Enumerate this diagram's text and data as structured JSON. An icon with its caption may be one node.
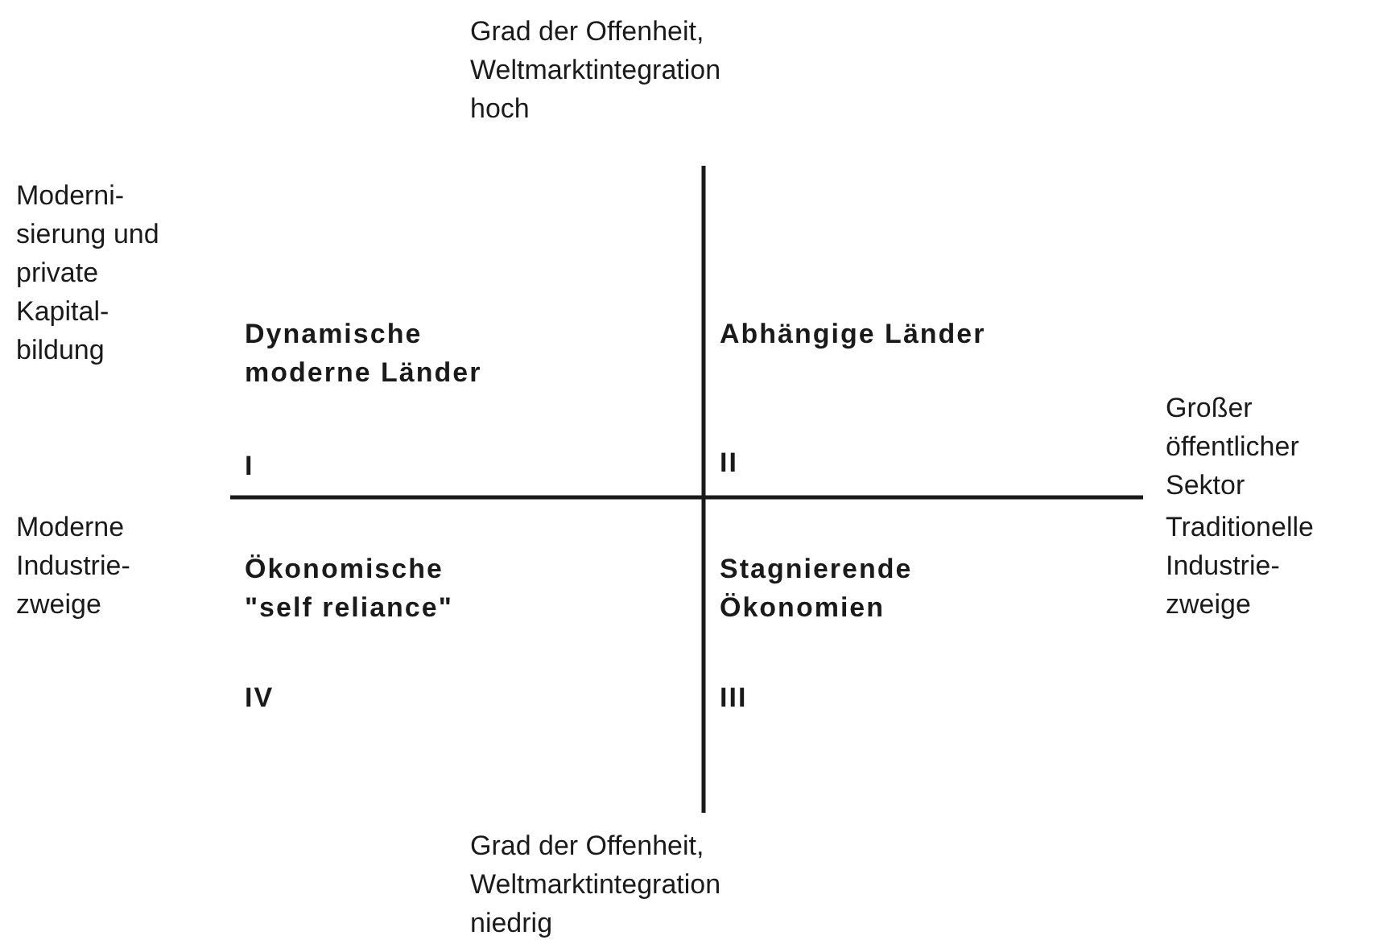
{
  "diagram": {
    "labels": [
      "Grad der Offenheit, Weltmarktintegration hoch",
      "Moderni- sierung und private Kapital- bildung",
      "Dynamische moderne Länder",
      "Abhängige Länder",
      "Großer öffentlicher Sektor",
      "I",
      "II",
      "Moderne Industrie- zweige",
      "Ökonomische \"self reliance\"",
      "Stagnierende Ökonomien",
      "Traditionelle Industrie- zweige",
      "IV",
      "III",
      "Grad der Offenheit, Weltmarktintegration niedrig"
    ]
  }
}
